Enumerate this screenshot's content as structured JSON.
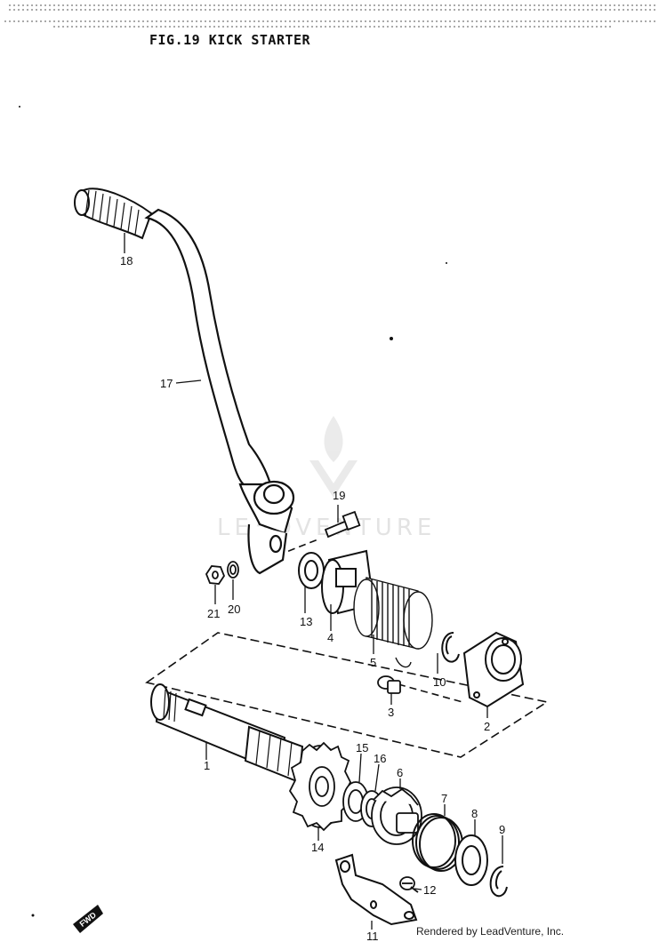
{
  "figure": {
    "title": "FIG.19  KICK STARTER",
    "footer": "Rendered by LeadVenture, Inc.",
    "watermark": "LEADVENTURE",
    "fwd_label": "FWD"
  },
  "callouts": [
    "1",
    "2",
    "3",
    "4",
    "5",
    "6",
    "7",
    "8",
    "9",
    "10",
    "11",
    "12",
    "13",
    "14",
    "15",
    "16",
    "17",
    "18",
    "19",
    "20",
    "21"
  ],
  "colors": {
    "ink": "#111111",
    "watermark": "#d8d8d8",
    "background": "#ffffff"
  }
}
